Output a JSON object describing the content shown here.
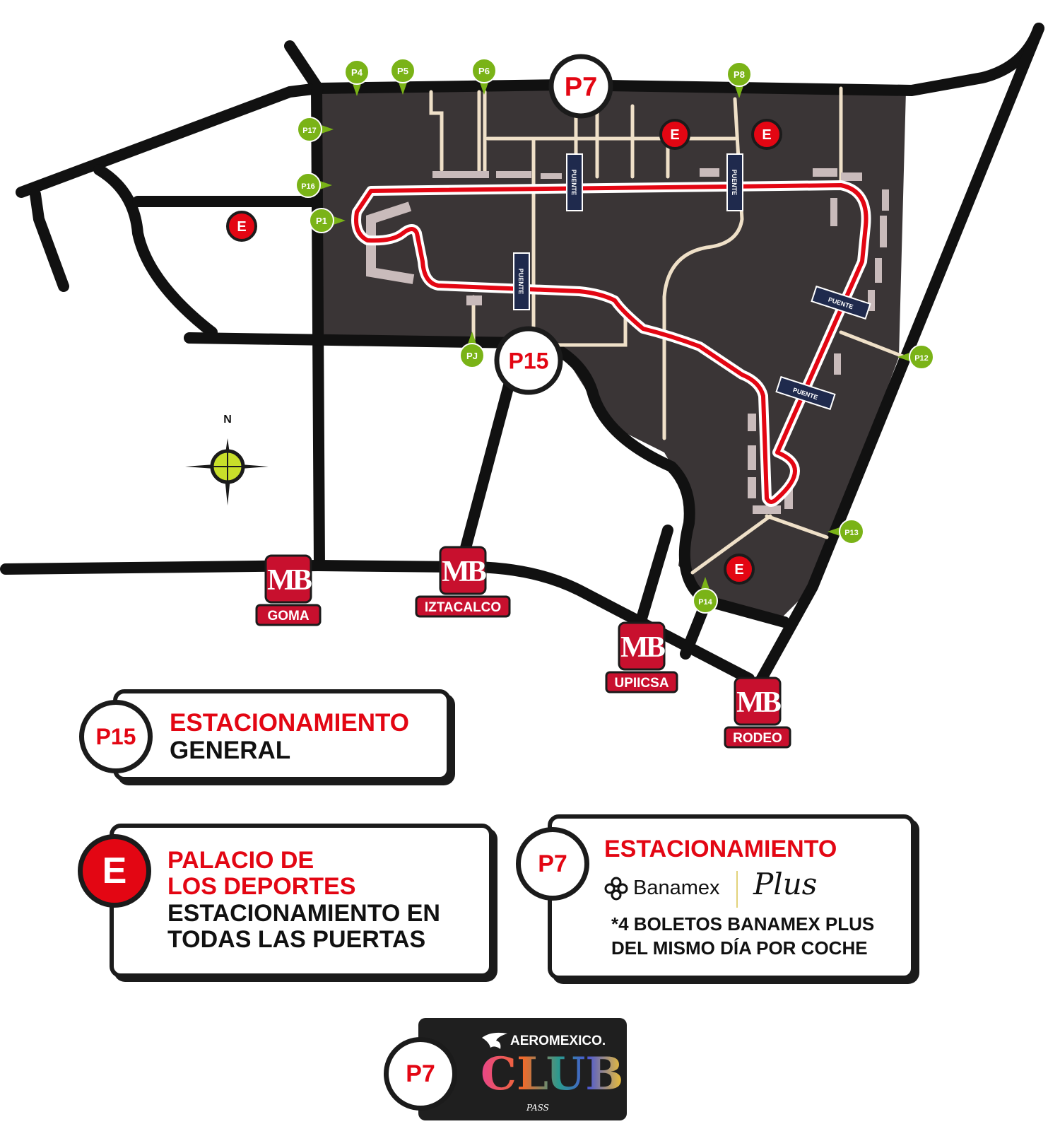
{
  "colors": {
    "park": "#3a3536",
    "road": "#111111",
    "track": "#e30613",
    "path": "#efe0c8",
    "building": "#c9bbbb",
    "pin": "#7ab317",
    "pin_label": "#2e6d05",
    "metro": "#c8102e",
    "accent_red": "#e30613",
    "bridge": "#1f2a4d"
  },
  "map": {
    "compass_label": "N",
    "big_markers": [
      {
        "id": "p7",
        "label": "P7"
      },
      {
        "id": "p15",
        "label": "P15"
      }
    ],
    "pins": [
      {
        "id": "p4",
        "label": "P4"
      },
      {
        "id": "p5",
        "label": "P5"
      },
      {
        "id": "p6",
        "label": "P6"
      },
      {
        "id": "p8",
        "label": "P8"
      },
      {
        "id": "p17",
        "label": "P17"
      },
      {
        "id": "p16",
        "label": "P16"
      },
      {
        "id": "p1",
        "label": "P1"
      },
      {
        "id": "pj",
        "label": "PJ"
      },
      {
        "id": "p12",
        "label": "P12"
      },
      {
        "id": "p13",
        "label": "P13"
      },
      {
        "id": "p14",
        "label": "P14"
      }
    ],
    "e_markers": [
      {
        "id": "e1",
        "label": "E"
      },
      {
        "id": "e2",
        "label": "E"
      },
      {
        "id": "e3",
        "label": "E"
      },
      {
        "id": "e4",
        "label": "E"
      }
    ],
    "bridges": [
      {
        "id": "b1",
        "label": "PUENTE"
      },
      {
        "id": "b2",
        "label": "PUENTE"
      },
      {
        "id": "b3",
        "label": "PUENTE"
      },
      {
        "id": "b4",
        "label": "PUENTE"
      },
      {
        "id": "b5",
        "label": "PUENTE"
      }
    ],
    "metro_icon": "metro-mb-icon",
    "metro_stations": [
      {
        "id": "goma",
        "label": "GOMA"
      },
      {
        "id": "iztacalco",
        "label": "IZTACALCO"
      },
      {
        "id": "upiicsa",
        "label": "UPIICSA"
      },
      {
        "id": "rodeo",
        "label": "RODEO"
      }
    ]
  },
  "legend": {
    "general": {
      "badge": "P15",
      "title": "ESTACIONAMIENTO",
      "subtitle": "GENERAL"
    },
    "palacio": {
      "badge": "E",
      "title_line1": "PALACIO DE",
      "title_line2": "LOS DEPORTES",
      "text_line1": "ESTACIONAMIENTO EN",
      "text_line2": "TODAS LAS PUERTAS"
    },
    "banamex": {
      "badge": "P7",
      "title": "ESTACIONAMIENTO",
      "brand": "Banamex",
      "brand_icon": "banamex-logo-icon",
      "plus_script": "Plus",
      "note_line1": "*4 BOLETOS BANAMEX PLUS",
      "note_line2": "DEL MISMO DÍA POR COCHE"
    },
    "aeromexico": {
      "badge": "P7",
      "brand": "AEROMEXICO.",
      "brand_icon": "aeromexico-eagle-icon",
      "club": "CLUB",
      "pass": "PASS"
    }
  }
}
